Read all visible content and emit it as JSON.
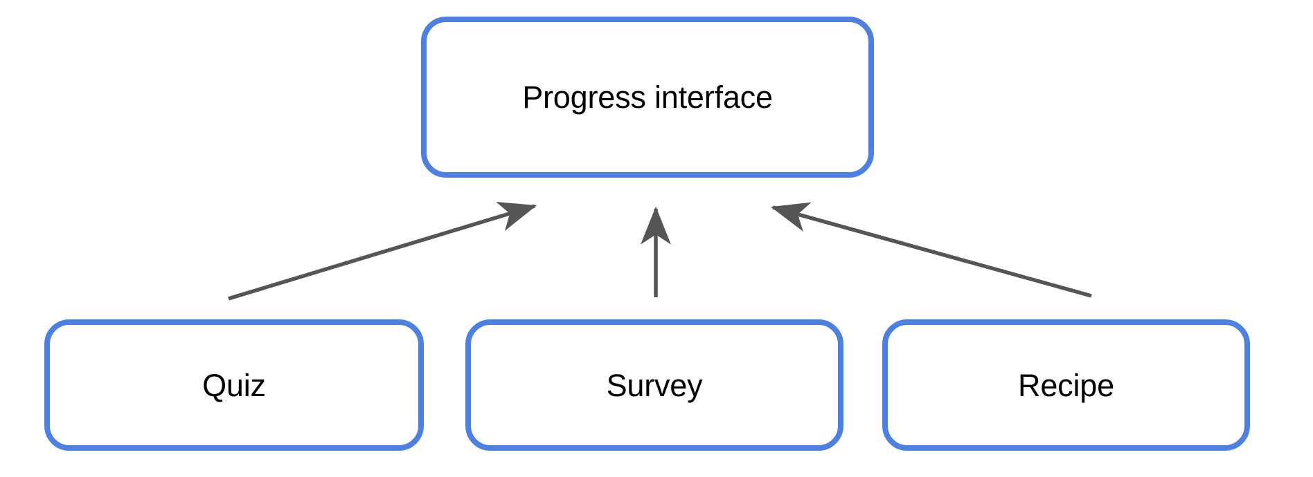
{
  "diagram": {
    "type": "flowchart",
    "orientation": "bottom-up",
    "background_color": "#ffffff",
    "node_border_color": "#4c80e3",
    "node_fill_color": "#ffffff",
    "node_text_color": "#000000",
    "edge_color": "#555555",
    "nodes": [
      {
        "id": "root",
        "label": "Progress interface"
      },
      {
        "id": "quiz",
        "label": "Quiz"
      },
      {
        "id": "survey",
        "label": "Survey"
      },
      {
        "id": "recipe",
        "label": "Recipe"
      }
    ],
    "edges": [
      {
        "from": "quiz",
        "to": "root",
        "arrowhead": "end",
        "style": "solid"
      },
      {
        "from": "survey",
        "to": "root",
        "arrowhead": "end",
        "style": "solid"
      },
      {
        "from": "recipe",
        "to": "root",
        "arrowhead": "end",
        "style": "solid"
      }
    ]
  }
}
